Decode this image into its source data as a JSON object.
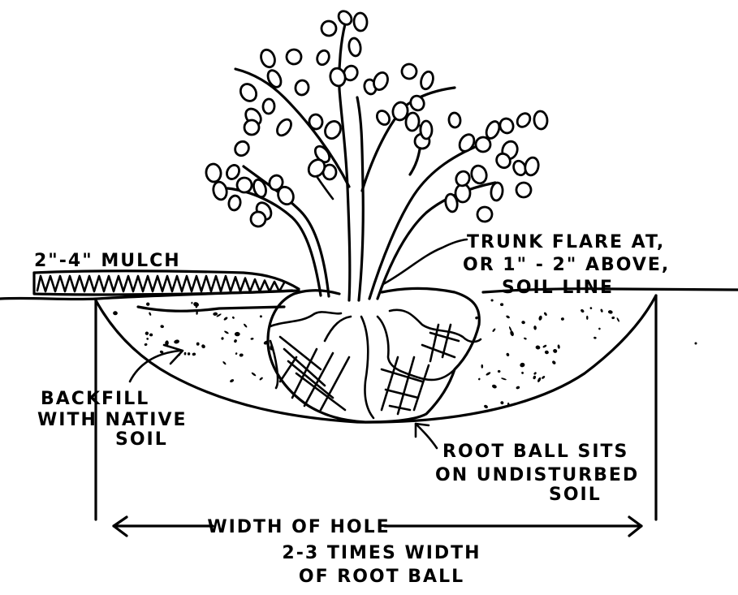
{
  "diagram": {
    "title": "Tree planting cross-section",
    "colors": {
      "ink": "#000000",
      "paper": "#ffffff"
    },
    "labels": {
      "mulch": "2\"-4\" MULCH",
      "trunk_flare": [
        "TRUNK FLARE AT,",
        "OR 1\" - 2\" ABOVE,",
        "SOIL LINE"
      ],
      "backfill": [
        "BACKFILL",
        "WITH NATIVE",
        "SOIL"
      ],
      "root_ball": [
        "ROOT BALL SITS",
        "ON UNDISTURBED",
        "SOIL"
      ],
      "hole_width": [
        "WIDTH OF HOLE",
        "2-3 TIMES WIDTH",
        "OF ROOT BALL"
      ]
    },
    "elements": [
      "tree-canopy-with-leaves",
      "trunk-stems",
      "mulch-layer",
      "soil-line",
      "planting-hole",
      "backfill-soil-speckles",
      "root-ball-with-burlap-netting",
      "hole-width-dimension-arrow"
    ]
  }
}
